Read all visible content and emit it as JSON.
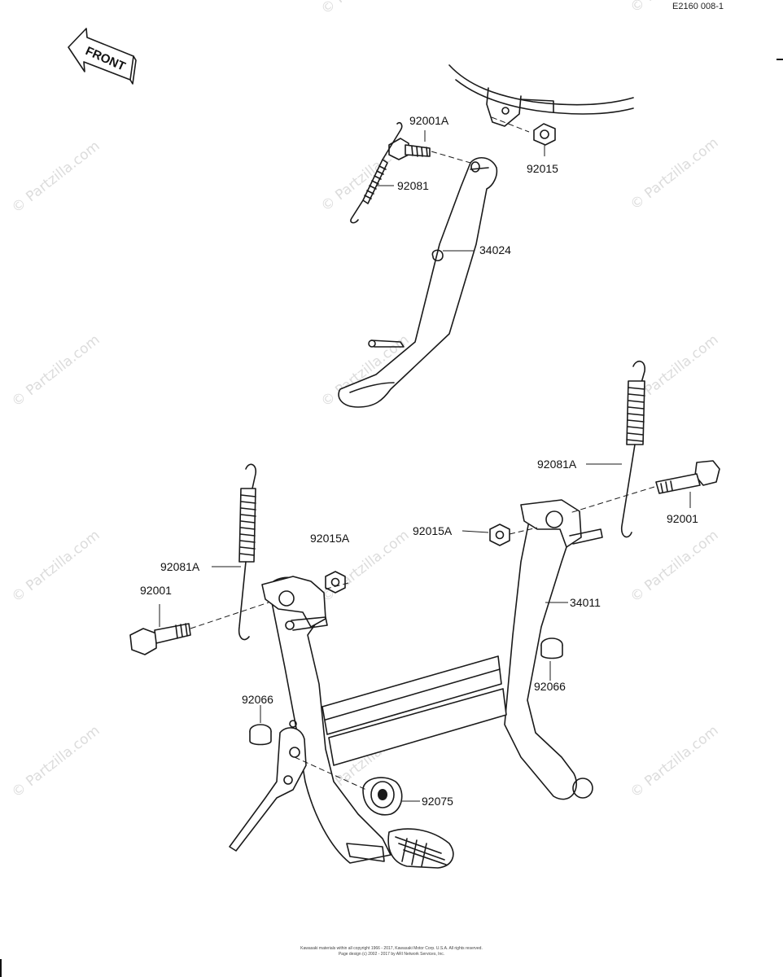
{
  "diagram_code": "E2160 008-1",
  "front_arrow_text": "FRONT",
  "watermark_text": "© Partzilla.com",
  "copyright_lines": [
    "Kawasaki materials within all copyright 1966 - 2017, Kawasaki Motor Corp. U.S.A.  All rights reserved.",
    "Page design (c) 2002 - 2017 by ARI Network Services, Inc."
  ],
  "labels": {
    "p92001A": "92001A",
    "p92015": "92015",
    "p92081": "92081",
    "p34024": "34024",
    "p92081A_right": "92081A",
    "p92001_right": "92001",
    "p92015A_center": "92015A",
    "p92015A_left": "92015A",
    "p92081A_left": "92081A",
    "p92001_left": "92001",
    "p34011": "34011",
    "p92066_right": "92066",
    "p92066_left": "92066",
    "p92075": "92075"
  }
}
